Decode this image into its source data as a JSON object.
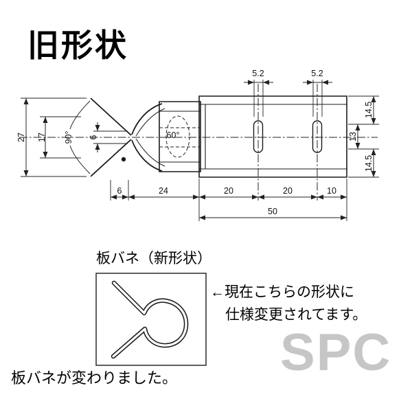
{
  "title": "旧形状",
  "drawing": {
    "dims": {
      "d27": "27",
      "d17": "17",
      "a90": "90°",
      "g6": "6",
      "a60": "60°",
      "s52a": "5.2",
      "s52b": "5.2",
      "r145a": "14.5",
      "r13": "13",
      "r145b": "14.5",
      "b6": "6",
      "b24": "24",
      "b20a": "20",
      "b20b": "20",
      "b10": "10",
      "b50": "50"
    }
  },
  "new_shape": {
    "label": "板バネ（新形状）",
    "note_line1": "←現在こちらの形状に",
    "note_line2": "仕様変更されてます。"
  },
  "footer_note": "板バネが変わりました。",
  "watermark": "SPC"
}
